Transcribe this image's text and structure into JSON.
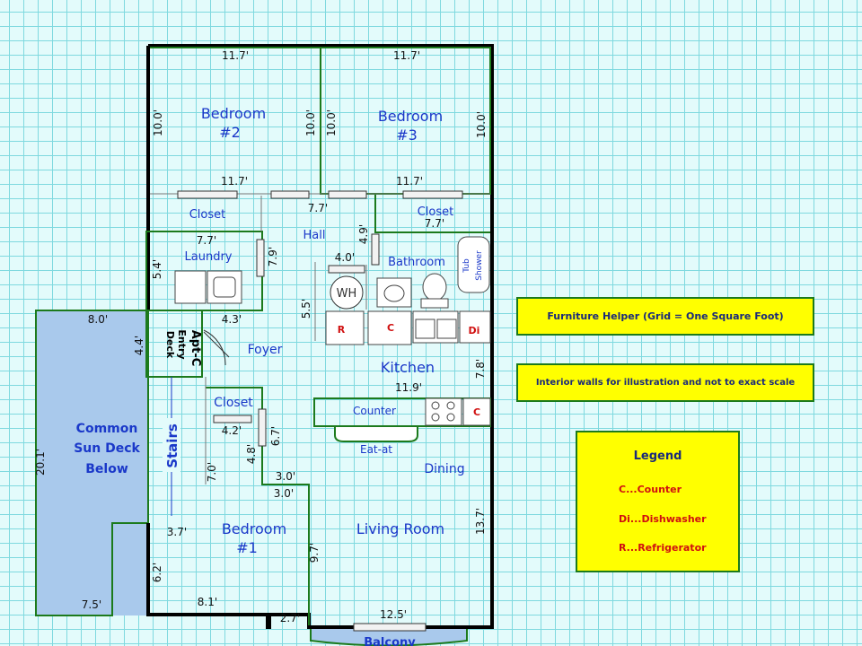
{
  "rooms": {
    "bedroom2": [
      "Bedroom",
      "#2"
    ],
    "bedroom3": [
      "Bedroom",
      "#3"
    ],
    "closet_a": "Closet",
    "closet_b": "Closet",
    "hall": "Hall",
    "laundry": "Laundry",
    "bathroom": "Bathroom",
    "tub_shower": [
      "Tub",
      "Shower"
    ],
    "wh": "WH",
    "foyer": "Foyer",
    "kitchen": "Kitchen",
    "closet_c": "Closet",
    "counter": "Counter",
    "eat_at": "Eat-at",
    "dining": "Dining",
    "bedroom1": [
      "Bedroom",
      "#1"
    ],
    "living_room": "Living Room",
    "balcony": "Balcony",
    "sun_deck": [
      "Common",
      "Sun Deck",
      "Below"
    ],
    "stairs": "Stairs",
    "entry_deck": [
      "Apt-C",
      "Entry",
      "Deck"
    ]
  },
  "appliances": {
    "r": "R",
    "c1": "C",
    "di": "Di",
    "c2": "C"
  },
  "dimensions": {
    "d_11_7_a": "11.7'",
    "d_11_7_b": "11.7'",
    "d_11_7_c": "11.7'",
    "d_11_7_d": "11.7'",
    "d_10_0_a": "10.0'",
    "d_10_0_b": "10.0'",
    "d_10_0_c": "10.0'",
    "d_10_0_d": "10.0'",
    "d_7_7_hall": "7.7'",
    "d_7_7_laundry": "7.7'",
    "d_7_7_closet": "7.7'",
    "d_4_9": "4.9'",
    "d_5_4": "5.4'",
    "d_7_9": "7.9'",
    "d_4_0": "4.0'",
    "d_5_5": "5.5'",
    "d_8_0": "8.0'",
    "d_4_3": "4.3'",
    "d_4_4": "4.4'",
    "d_7_8": "7.8'",
    "d_11_9": "11.9'",
    "d_20_1": "20.1'",
    "d_4_2": "4.2'",
    "d_6_7": "6.7'",
    "d_4_8": "4.8'",
    "d_7_0": "7.0'",
    "d_3_0_a": "3.0'",
    "d_3_0_b": "3.0'",
    "d_3_7": "3.7'",
    "d_9_7": "9.7'",
    "d_13_7": "13.7'",
    "d_6_2": "6.2'",
    "d_8_1": "8.1'",
    "d_7_5": "7.5'",
    "d_2_7": "2.7'",
    "d_12_5": "12.5'"
  },
  "notes": {
    "furniture_helper": "Furniture Helper (Grid = One Square Foot)",
    "interior_walls": "Interior walls for illustration and not to exact scale"
  },
  "legend": {
    "title": "Legend",
    "items": [
      "C...Counter",
      "Di...Dishwasher",
      "R...Refrigerator"
    ]
  },
  "colors": {
    "grid_background": "#e3fbfb",
    "grid_lines": "#7fd9df",
    "sun_deck_fill": "#a9c9ec",
    "note_fill": "#ffff00",
    "wall_green": "#1c7a1c",
    "label_blue": "#1a38c9",
    "code_red": "#d01010"
  }
}
